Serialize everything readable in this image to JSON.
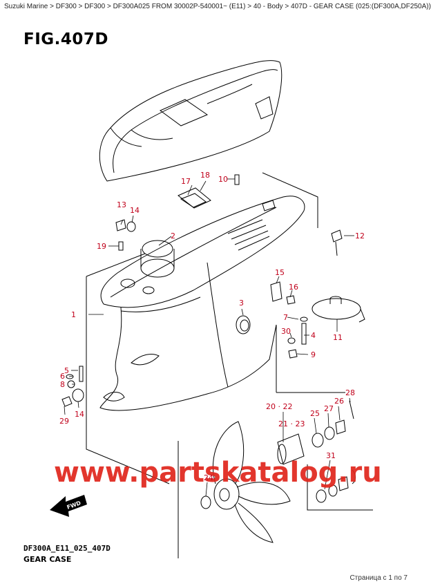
{
  "breadcrumb": "Suzuki Marine > DF300 > DF300 > DF300A025 FROM 30002P-540001~ (E11) > 40 - Body > 407D - GEAR CASE (025:(DF300A,DF250A))",
  "figure_title": "FIG.407D",
  "watermark": "www.partskatalog.ru",
  "fwd_label": "FWD",
  "footer": {
    "code": "DF300A_E11_025_407D",
    "name": "GEAR CASE"
  },
  "page_counter": "Страница с 1 по 7",
  "callouts": [
    "1",
    "2",
    "3",
    "4",
    "5",
    "6",
    "7",
    "8",
    "9",
    "10",
    "11",
    "12",
    "13",
    "14",
    "15",
    "16",
    "17",
    "18",
    "19",
    "20",
    "21",
    "22",
    "23",
    "24",
    "25",
    "26",
    "27",
    "28",
    "29",
    "30",
    "31"
  ],
  "colors": {
    "callout": "#c0001a",
    "watermark": "#e0251b",
    "line": "#000000"
  }
}
